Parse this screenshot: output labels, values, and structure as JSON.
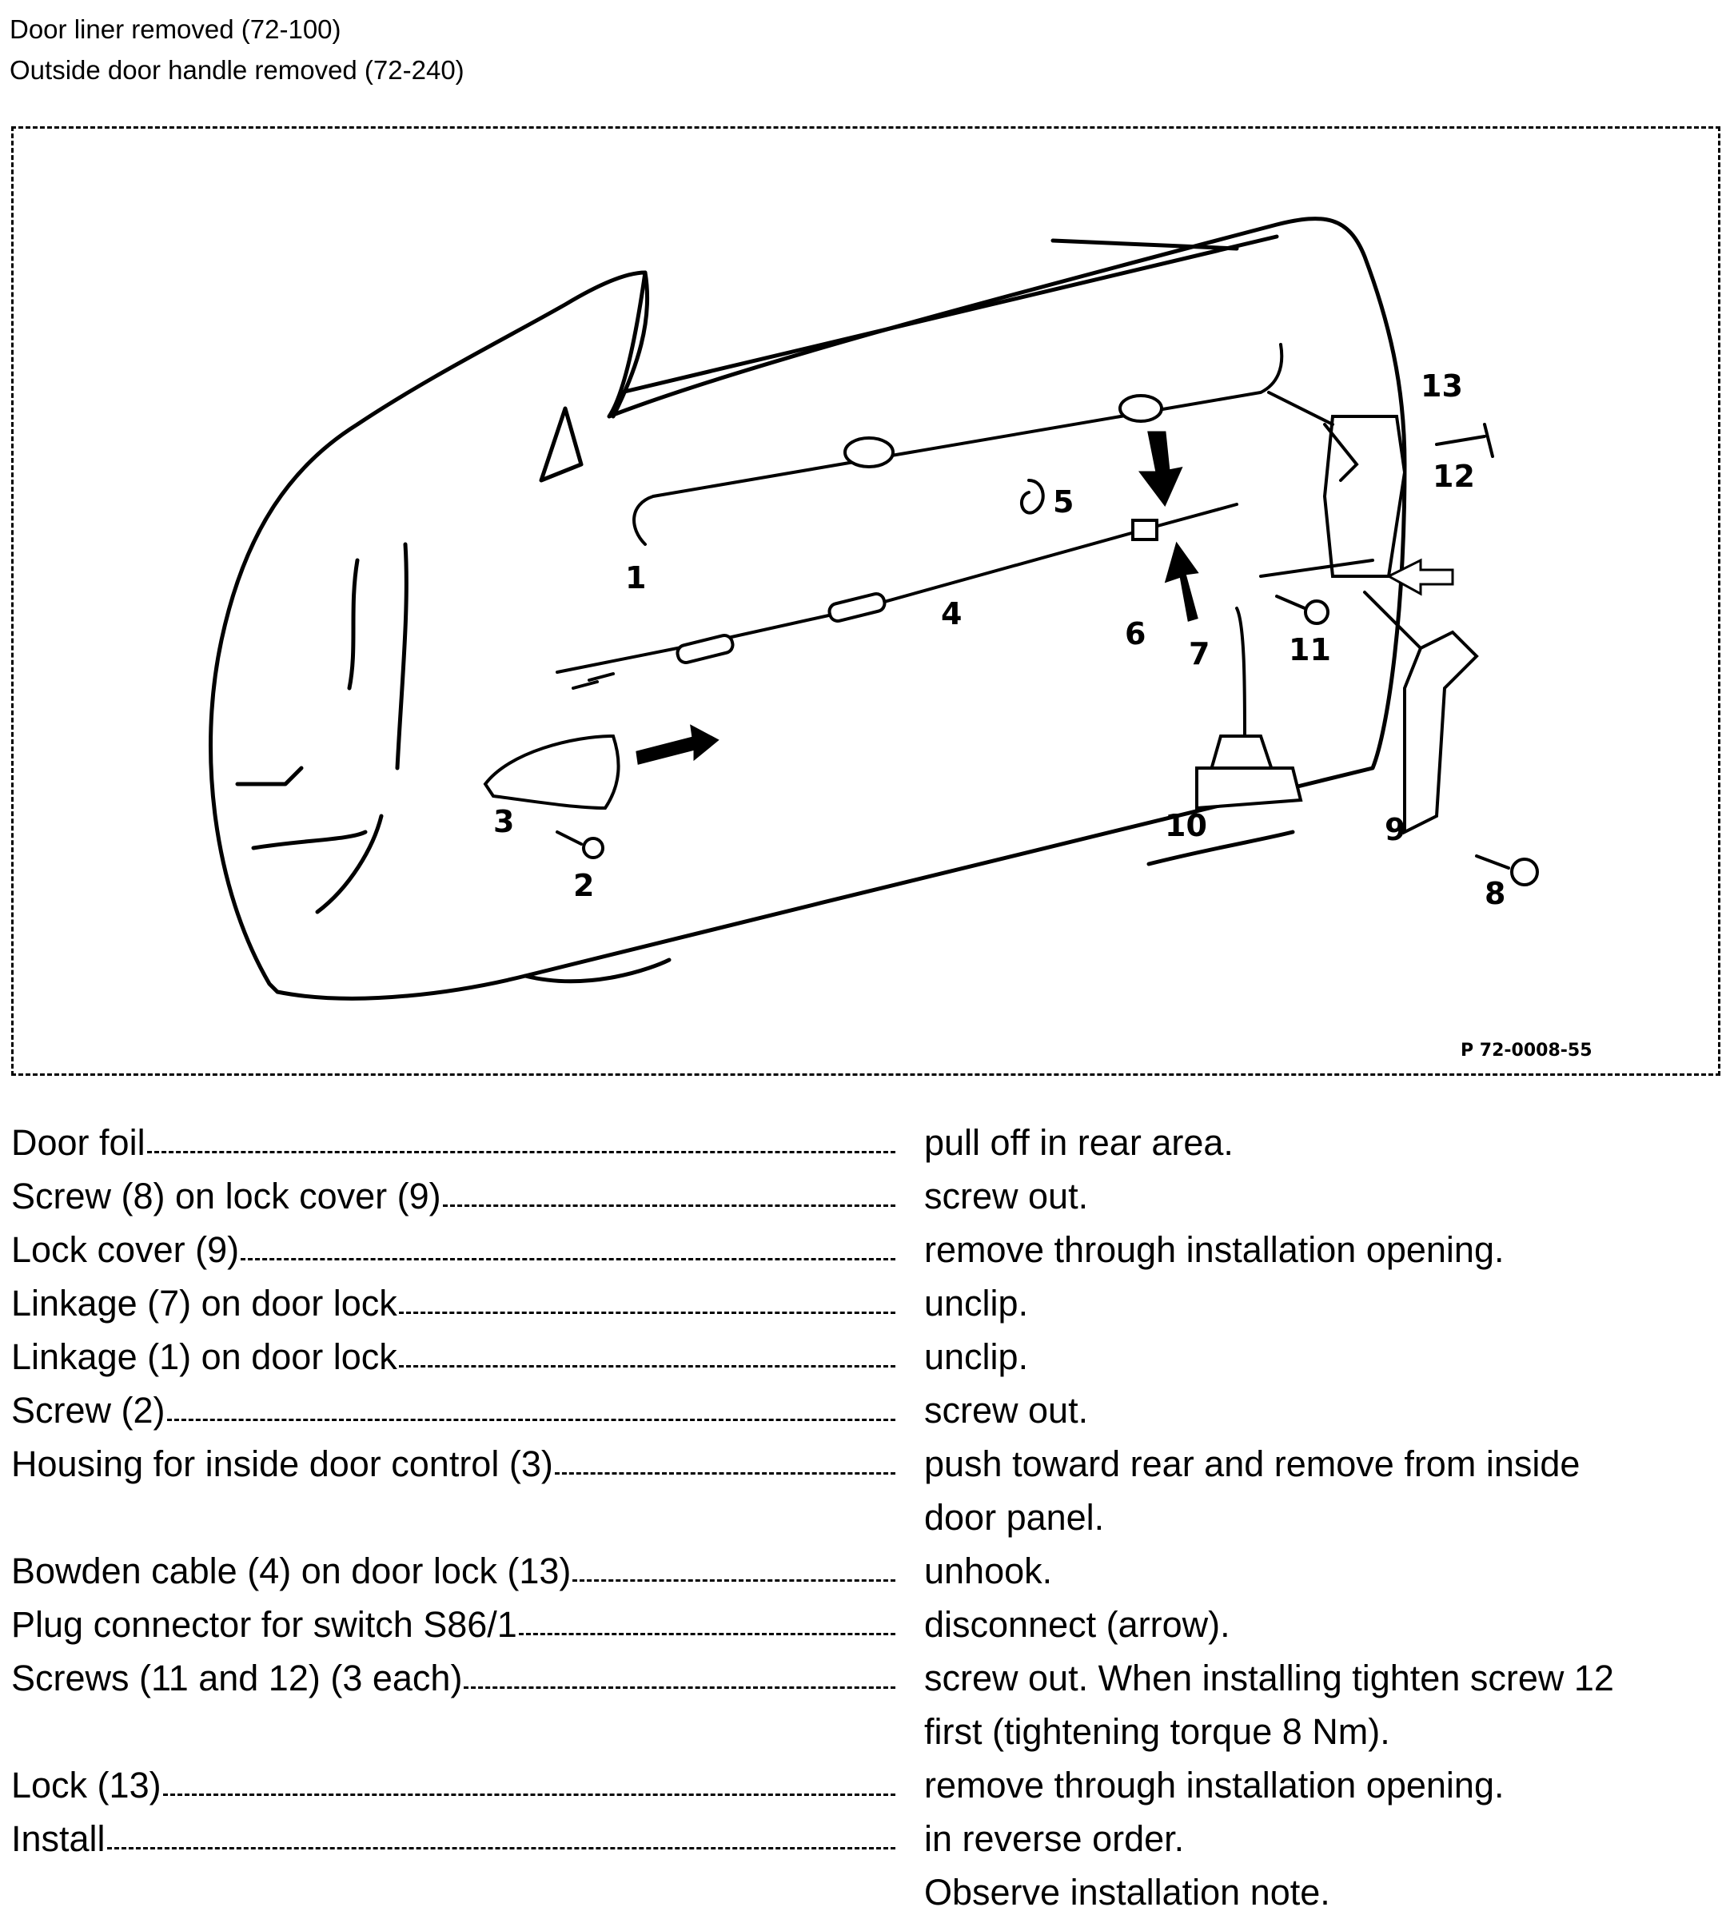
{
  "prerequisites": [
    "Door liner removed (72-100)",
    "Outside door handle removed (72-240)"
  ],
  "figure": {
    "callouts": [
      "1",
      "2",
      "3",
      "4",
      "5",
      "6",
      "7",
      "8",
      "9",
      "10",
      "11",
      "12",
      "13"
    ],
    "code": "P 72-0008-55"
  },
  "steps": [
    {
      "item": "Door foil",
      "action": [
        "pull off in rear area."
      ]
    },
    {
      "item": "Screw (8) on lock cover (9)",
      "action": [
        "screw out."
      ]
    },
    {
      "item": "Lock cover (9)",
      "action": [
        "remove through installation opening."
      ]
    },
    {
      "item": "Linkage (7) on door lock",
      "action": [
        "unclip."
      ]
    },
    {
      "item": "Linkage (1) on door lock",
      "action": [
        "unclip."
      ]
    },
    {
      "item": "Screw (2)",
      "action": [
        "screw out."
      ]
    },
    {
      "item": "Housing for inside door control (3)",
      "action": [
        "push toward rear and remove from inside",
        "door panel."
      ]
    },
    {
      "item": "Bowden cable (4) on door lock (13)",
      "action": [
        "unhook."
      ]
    },
    {
      "item": "Plug connector for switch S86/1",
      "action": [
        "disconnect (arrow)."
      ]
    },
    {
      "item": "Screws (11 and 12) (3 each)",
      "action": [
        "screw out. When installing tighten screw 12",
        "first (tightening torque 8 Nm)."
      ]
    },
    {
      "item": "Lock (13)",
      "action": [
        "remove through installation opening."
      ]
    },
    {
      "item": "Install",
      "action": [
        "in reverse order.",
        "Observe installation note."
      ]
    }
  ]
}
